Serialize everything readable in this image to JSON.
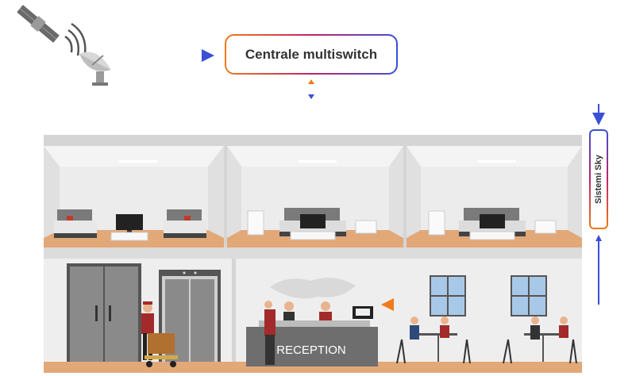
{
  "diagram": {
    "multiswitch_label": "Centrale multiswitch",
    "sky_label": "Sistemi Sky",
    "reception_label": "RECEPTION"
  },
  "colors": {
    "orange": "#f07a1a",
    "magenta": "#c0246a",
    "blue": "#3a4fd6",
    "wall": "#ebebeb",
    "floor": "#e2a878",
    "roof": "#d5d5d5"
  },
  "icons": {
    "satellite": "satellite-icon",
    "dish": "satellite-dish-icon",
    "tv": "tv-icon",
    "bed": "bed-icon",
    "elevator": "elevator-icon"
  }
}
